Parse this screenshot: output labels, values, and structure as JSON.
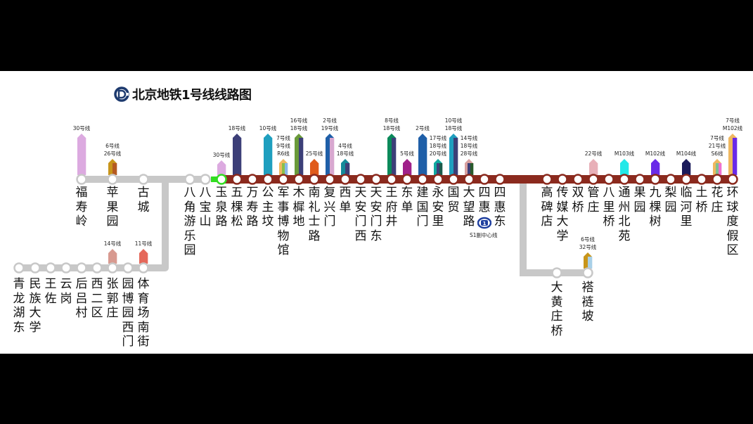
{
  "title": "北京地铁1号线线路图",
  "logo_icon": "beijing-subway-logo-icon",
  "colors": {
    "line1": "#8b2a1e",
    "future_line": "#c8c8c8",
    "current_station": "#33dd22",
    "background": "#ffffff",
    "letterbox": "#000000"
  },
  "current_station": "玉泉路",
  "branch_top": {
    "stations": [
      {
        "name": "福寿岭",
        "transfers": [
          "30号线"
        ],
        "colors": [
          "#dcaae0"
        ]
      },
      {
        "name": "苹果园",
        "transfers": [
          "6号线",
          "26号线"
        ],
        "colors": [
          "#c8951a",
          "#b55a22"
        ]
      },
      {
        "name": "古城",
        "transfers": [],
        "colors": []
      }
    ]
  },
  "branch_bottom": {
    "stations": [
      {
        "name": "青龙湖东",
        "transfers": [],
        "colors": []
      },
      {
        "name": "民族大学",
        "transfers": [],
        "colors": []
      },
      {
        "name": "王佐",
        "transfers": [],
        "colors": []
      },
      {
        "name": "云岗",
        "transfers": [],
        "colors": []
      },
      {
        "name": "后吕村",
        "transfers": [],
        "colors": []
      },
      {
        "name": "西二区",
        "transfers": [],
        "colors": []
      },
      {
        "name": "张郭庄",
        "transfers": [
          "14号线"
        ],
        "colors": [
          "#d89a90"
        ]
      },
      {
        "name": "园博园西门",
        "transfers": [],
        "colors": []
      },
      {
        "name": "体育场南街",
        "transfers": [
          "11号线"
        ],
        "colors": [
          "#e5685a"
        ]
      }
    ]
  },
  "main_line": {
    "stations": [
      {
        "name": "八角游乐园",
        "transfers": [],
        "colors": [],
        "status": "future"
      },
      {
        "name": "八宝山",
        "transfers": [],
        "colors": [],
        "status": "future"
      },
      {
        "name": "玉泉路",
        "transfers": [
          "30号线"
        ],
        "colors": [
          "#dcaae0"
        ],
        "status": "current"
      },
      {
        "name": "五棵松",
        "transfers": [
          "18号线"
        ],
        "colors": [
          "#3c3f78"
        ],
        "status": "open"
      },
      {
        "name": "万寿路",
        "transfers": [],
        "colors": [],
        "status": "open"
      },
      {
        "name": "公主坟",
        "transfers": [
          "10号线"
        ],
        "colors": [
          "#1f9fbf"
        ],
        "status": "open"
      },
      {
        "name": "军事博物馆",
        "transfers": [
          "7号线",
          "9号线",
          "R6线"
        ],
        "colors": [
          "#f0b860",
          "#8ac04a",
          "#8ab8e8"
        ],
        "status": "open"
      },
      {
        "name": "木樨地",
        "transfers": [
          "16号线",
          "18号线"
        ],
        "colors": [
          "#6a9a3a",
          "#3c3f78"
        ],
        "status": "open"
      },
      {
        "name": "南礼士路",
        "transfers": [
          "25号线"
        ],
        "colors": [
          "#e05a1a"
        ],
        "status": "open"
      },
      {
        "name": "复兴门",
        "transfers": [
          "2号线",
          "19号线"
        ],
        "colors": [
          "#1f5fa8",
          "#d8a8d0"
        ],
        "status": "open"
      },
      {
        "name": "西单",
        "transfers": [
          "4号线",
          "18号线"
        ],
        "colors": [
          "#148a9a",
          "#3c3f78"
        ],
        "status": "open"
      },
      {
        "name": "天安门西",
        "transfers": [],
        "colors": [],
        "status": "open"
      },
      {
        "name": "天安门东",
        "transfers": [],
        "colors": [],
        "status": "open"
      },
      {
        "name": "王府井",
        "transfers": [
          "8号线",
          "18号线"
        ],
        "colors": [
          "#0a8a5a",
          "#3c3f78"
        ],
        "status": "open"
      },
      {
        "name": "东单",
        "transfers": [
          "5号线"
        ],
        "colors": [
          "#a0208a"
        ],
        "status": "open"
      },
      {
        "name": "建国门",
        "transfers": [
          "2号线"
        ],
        "colors": [
          "#1f5fa8"
        ],
        "status": "open"
      },
      {
        "name": "永安里",
        "transfers": [
          "17号线",
          "18号线",
          "20号线"
        ],
        "colors": [
          "#10a8a0",
          "#3c3f78",
          "#1a5a4a"
        ],
        "status": "open"
      },
      {
        "name": "国贸",
        "transfers": [
          "10号线",
          "18号线"
        ],
        "colors": [
          "#1f9fbf",
          "#3c3f78"
        ],
        "status": "open"
      },
      {
        "name": "大望路",
        "transfers": [
          "14号线",
          "18号线",
          "28号线"
        ],
        "colors": [
          "#d8a0a0",
          "#3c3f78",
          "#2a5a2a"
        ],
        "status": "open"
      },
      {
        "name": "四惠",
        "transfers": [],
        "colors": [],
        "status": "open",
        "extra": "S1副中心线"
      },
      {
        "name": "四惠东",
        "transfers": [],
        "colors": [],
        "status": "open"
      },
      {
        "name": "高碑店",
        "transfers": [],
        "colors": [],
        "status": "open"
      },
      {
        "name": "传媒大学",
        "transfers": [],
        "colors": [],
        "status": "open"
      },
      {
        "name": "双桥",
        "transfers": [],
        "colors": [],
        "status": "open"
      },
      {
        "name": "管庄",
        "transfers": [
          "22号线"
        ],
        "colors": [
          "#e8b0b8"
        ],
        "status": "open"
      },
      {
        "name": "八里桥",
        "transfers": [],
        "colors": [],
        "status": "open"
      },
      {
        "name": "通州北苑",
        "transfers": [
          "M103线"
        ],
        "colors": [
          "#22e8e8"
        ],
        "status": "open"
      },
      {
        "name": "果园",
        "transfers": [],
        "colors": [],
        "status": "open"
      },
      {
        "name": "九棵树",
        "transfers": [
          "M102线"
        ],
        "colors": [
          "#6a2ae8"
        ],
        "status": "open"
      },
      {
        "name": "梨园",
        "transfers": [],
        "colors": [],
        "status": "open"
      },
      {
        "name": "临河里",
        "transfers": [
          "M104线"
        ],
        "colors": [
          "#1a1a5a"
        ],
        "status": "open"
      },
      {
        "name": "土桥",
        "transfers": [],
        "colors": [],
        "status": "open"
      },
      {
        "name": "花庄",
        "transfers": [
          "7号线",
          "21号线",
          "S6线"
        ],
        "colors": [
          "#f0b860",
          "#80c090",
          "#f070d0"
        ],
        "status": "open"
      },
      {
        "name": "环球度假区",
        "transfers": [
          "7号线",
          "M102线"
        ],
        "colors": [
          "#f0b860",
          "#6a2ae8"
        ],
        "status": "open"
      }
    ]
  },
  "branch_east": {
    "stations": [
      {
        "name": "大黄庄桥",
        "transfers": [],
        "colors": []
      },
      {
        "name": "褡裢坡",
        "transfers": [
          "6号线",
          "32号线"
        ],
        "colors": [
          "#c8951a",
          "#a8d0e8"
        ]
      }
    ]
  },
  "s1_icon": "s1-line-logo-icon",
  "s1_label": "S1副中心线"
}
